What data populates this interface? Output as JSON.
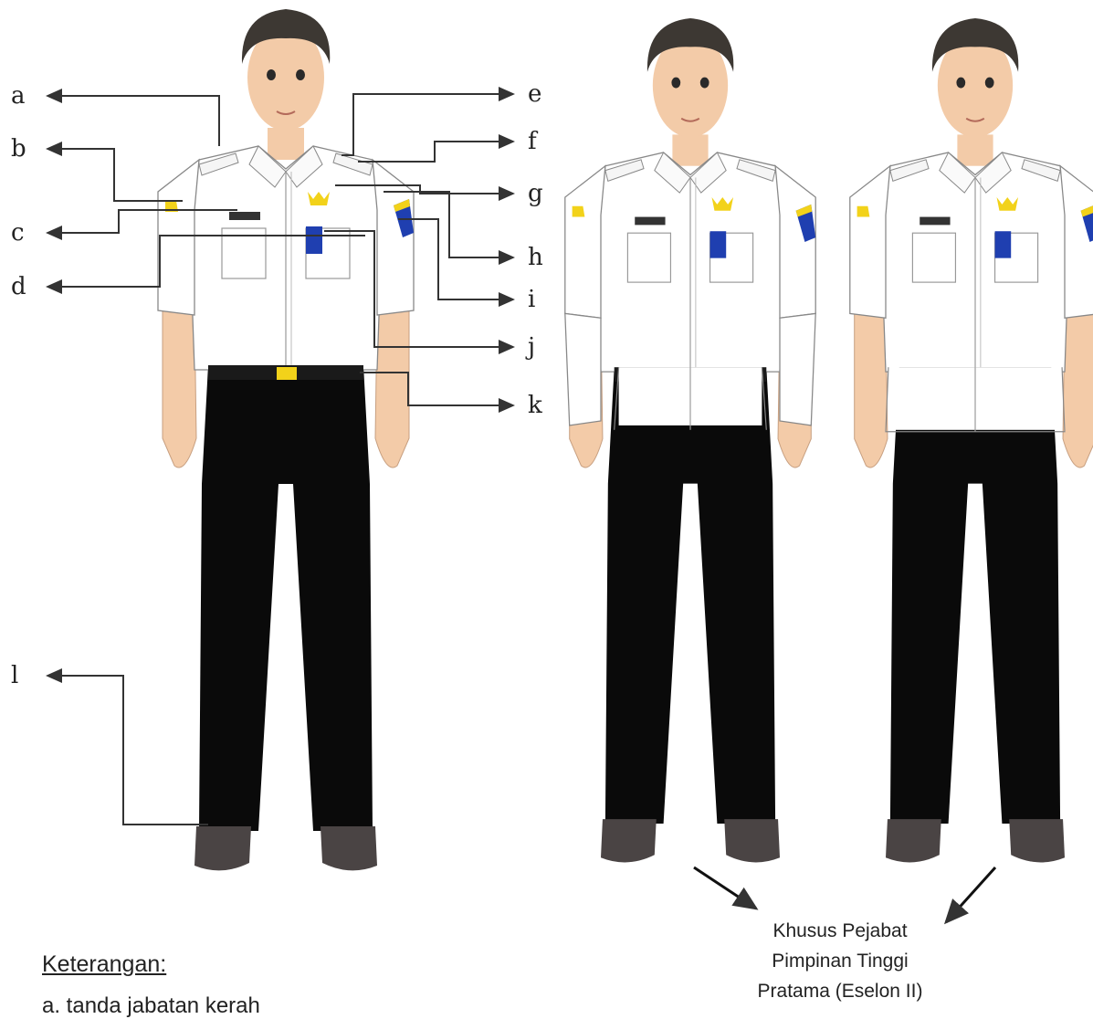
{
  "callouts": {
    "left": [
      "a",
      "b",
      "c",
      "d",
      "l"
    ],
    "right": [
      "e",
      "f",
      "g",
      "h",
      "i",
      "j",
      "k"
    ]
  },
  "legend": {
    "title": "Keterangan:",
    "first_item": "a. tanda jabatan kerah"
  },
  "note": {
    "lines": [
      "Khusus Pejabat",
      "Pimpinan Tinggi",
      "Pratama (Eselon II)"
    ]
  },
  "colors": {
    "shirt": "#ffffff",
    "trousers": "#0a0a0a",
    "shoes": "#4a4444",
    "hair": "#3d3833",
    "skin": "#f3cba8",
    "insignia_gold": "#f2d21a",
    "badge_blue": "#1f3fb0",
    "line": "#333333"
  }
}
